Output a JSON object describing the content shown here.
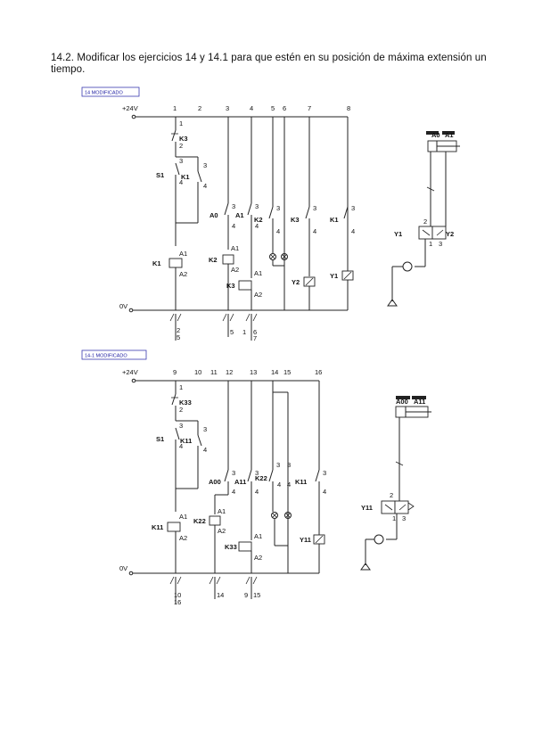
{
  "heading": "14.2. Modificar los ejercicios 14 y 14.1 para que estén en su posición de máxima extensión un tiempo.",
  "diagrams": [
    {
      "tag": "14   MODIFICADO",
      "supply_label": "+24V",
      "ground_label": "0V",
      "columns": [
        "1",
        "2",
        "3",
        "4",
        "5",
        "6",
        "7",
        "8"
      ],
      "S1": "S1",
      "K1_contact": "K1",
      "K1_coil": "K1",
      "K2_coil": "K2",
      "K3_coil": "K3",
      "K3_contact": "K3",
      "K2_contact": "K2",
      "K3b_contact": "K3",
      "K1b_contact": "K1",
      "A0_contact": "A0",
      "A1_contact": "A1",
      "Y1_coil": "Y1",
      "Y2_coil": "Y2",
      "ref_K1": [
        "2",
        "5"
      ],
      "ref_K2": [
        "5"
      ],
      "ref_K3": [
        "1",
        "6",
        "7"
      ],
      "cyl_A0": "A0",
      "cyl_A1": "A1",
      "valve_Y1": "Y1",
      "valve_Y2": "Y2"
    },
    {
      "tag": "14-1   MODIFICADO",
      "supply_label": "+24V",
      "ground_label": "0V",
      "columns": [
        "9",
        "10",
        "11",
        "12",
        "13",
        "14",
        "15",
        "16"
      ],
      "S1": "S1",
      "K1_contact": "K11",
      "K1_coil": "K11",
      "K2_coil": "K22",
      "K3_coil": "K33",
      "K3_contact": "K33",
      "K2_contact": "K22",
      "K1b_contact": "K11",
      "A0_contact": "A00",
      "A1_contact": "A11",
      "Y1_coil": "Y11",
      "ref_K1": [
        "10",
        "16"
      ],
      "ref_K2": [
        "14"
      ],
      "ref_K3": [
        "9",
        "15"
      ],
      "cyl_A0": "A00",
      "cyl_A1": "A11",
      "valve_Y1": "Y11"
    }
  ]
}
